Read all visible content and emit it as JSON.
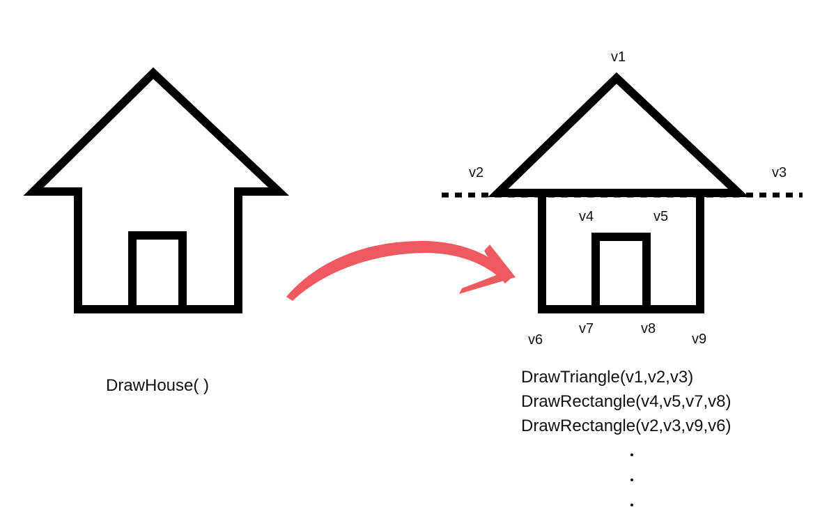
{
  "left_function": "DrawHouse( )",
  "vertex_labels": {
    "v1": "v1",
    "v2": "v2",
    "v3": "v3",
    "v4": "v4",
    "v5": "v5",
    "v6": "v6",
    "v7": "v7",
    "v8": "v8",
    "v9": "v9"
  },
  "calls": [
    "DrawTriangle(v1,v2,v3)",
    "DrawRectangle(v4,v5,v7,v8)",
    "DrawRectangle(v2,v3,v9,v6)"
  ],
  "colors": {
    "stroke": "#111111",
    "arrow": "#f0595f",
    "background": "#ffffff"
  }
}
